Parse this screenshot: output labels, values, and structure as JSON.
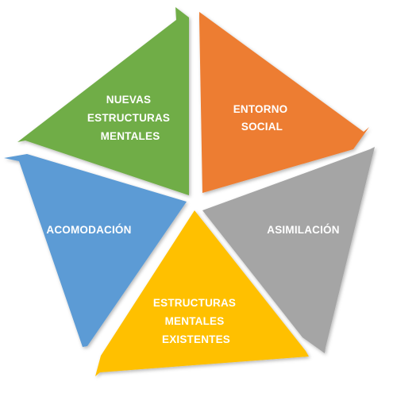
{
  "diagram": {
    "type": "cycle",
    "segments": [
      {
        "id": "entorno-social",
        "label_lines": [
          "ENTORNO",
          "SOCIAL"
        ],
        "color": "#ED7D31"
      },
      {
        "id": "asimilacion",
        "label_lines": [
          "ASIMILACIÓN"
        ],
        "color": "#A5A5A5"
      },
      {
        "id": "estructuras-existentes",
        "label_lines": [
          "ESTRUCTURAS",
          "MENTALES",
          "EXISTENTES"
        ],
        "color": "#FFC000"
      },
      {
        "id": "acomodacion",
        "label_lines": [
          "ACOMODACIÓN"
        ],
        "color": "#5B9BD5"
      },
      {
        "id": "nuevas-estructuras",
        "label_lines": [
          "NUEVAS",
          "ESTRUCTURAS",
          "MENTALES"
        ],
        "color": "#70AD47"
      }
    ]
  }
}
